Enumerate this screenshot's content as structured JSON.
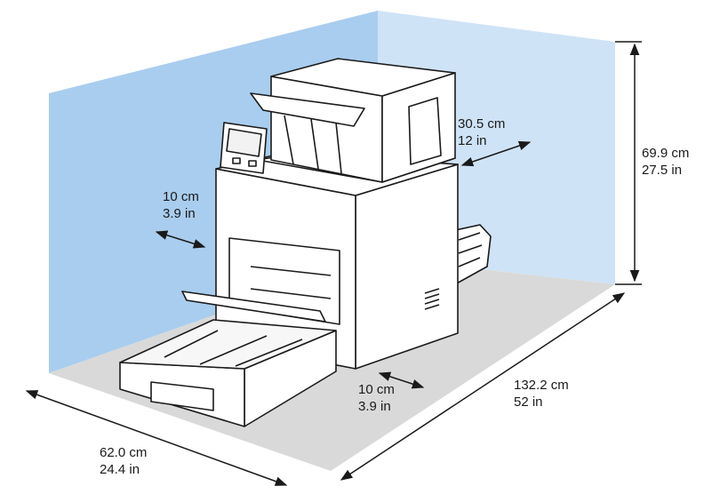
{
  "diagram": {
    "subject": "Printer clearance dimensions",
    "colors": {
      "back_wall": "#a9cdee",
      "side_wall": "#cfe3f6",
      "floor": "#d9d9d9",
      "outline": "#1a1a1a",
      "printer_body": "#ffffff"
    },
    "dimensions": {
      "total_height": {
        "cm": "69.9 cm",
        "in": "27.5 in"
      },
      "total_length": {
        "cm": "132.2 cm",
        "in": "52 in"
      },
      "total_width": {
        "cm": "62.0 cm",
        "in": "24.4 in"
      },
      "rear_clearance": {
        "cm": "30.5 cm",
        "in": "12 in"
      },
      "left_clearance": {
        "cm": "10 cm",
        "in": "3.9 in"
      },
      "right_clearance": {
        "cm": "10 cm",
        "in": "3.9 in"
      }
    }
  }
}
